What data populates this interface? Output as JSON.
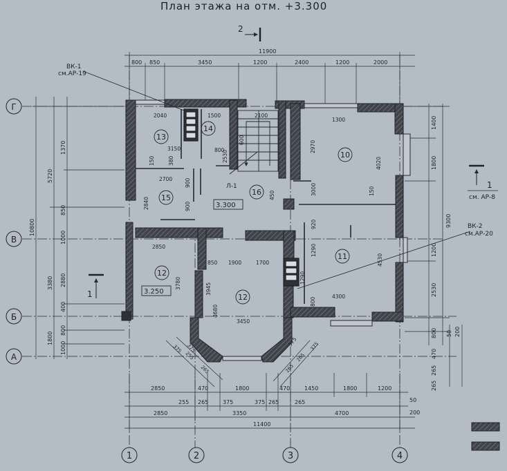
{
  "title": "План этажа на отм. +3.300",
  "section_marks": {
    "top": "2",
    "right": "1",
    "right_ref": "см. АР-8",
    "left": "1"
  },
  "callouts": {
    "vk1": {
      "label": "ВК-1",
      "ref": "см.АР-19"
    },
    "vk2": {
      "label": "ВК-2",
      "ref": "см.АР-20"
    }
  },
  "grid_axes": {
    "vertical": [
      "1",
      "2",
      "3",
      "4"
    ],
    "horizontal": [
      "Г",
      "В",
      "Б",
      "А"
    ]
  },
  "rooms": [
    {
      "id": "room-13",
      "number": "13"
    },
    {
      "id": "room-14",
      "number": "14"
    },
    {
      "id": "room-10",
      "number": "10"
    },
    {
      "id": "room-15",
      "number": "15"
    },
    {
      "id": "room-16",
      "number": "16"
    },
    {
      "id": "room-11",
      "number": "11"
    },
    {
      "id": "room-12a",
      "number": "12"
    },
    {
      "id": "room-12b",
      "number": "12"
    }
  ],
  "level_marks": [
    "3.300",
    "3.250"
  ],
  "stair_label": "Л-1",
  "dimensions": {
    "top_overall": "11900",
    "top_chain": [
      "800",
      "850",
      "3450",
      "1200",
      "2400",
      "1200",
      "2000"
    ],
    "bottom_chain_1": [
      "2850",
      "470",
      "1800",
      "470",
      "1450",
      "1800",
      "1200"
    ],
    "bottom_chain_2": [
      "255",
      "265",
      "375",
      "375",
      "265",
      "265"
    ],
    "bottom_chain_3": [
      "2850",
      "3350",
      "4700"
    ],
    "bottom_small": [
      "50",
      "200"
    ],
    "bottom_overall": "11400",
    "left_overall": "10800",
    "left_chain_1": [
      "5720",
      "3380",
      "1800"
    ],
    "left_chain_2": [
      "1370",
      "850",
      "1000",
      "2880",
      "400",
      "800",
      "1000"
    ],
    "right_overall": "9300",
    "right_chain": [
      "1400",
      "1800",
      "1200",
      "2530",
      "800",
      "50",
      "200"
    ],
    "right_small": [
      "470",
      "265",
      "265"
    ],
    "interior": [
      "2040",
      "1500",
      "2100",
      "1300",
      "2530",
      "2970",
      "4020",
      "3150",
      "380",
      "150",
      "800",
      "600",
      "2700",
      "900",
      "2840",
      "900",
      "150",
      "3000",
      "450",
      "2850",
      "850",
      "1900",
      "1700",
      "920",
      "1290",
      "3780",
      "3945",
      "4680",
      "1290",
      "4300",
      "4530",
      "800",
      "3450",
      "375",
      "375"
    ],
    "diag_left": [
      "375",
      "255",
      "265"
    ],
    "diag_right": [
      "375",
      "265",
      "265"
    ]
  }
}
